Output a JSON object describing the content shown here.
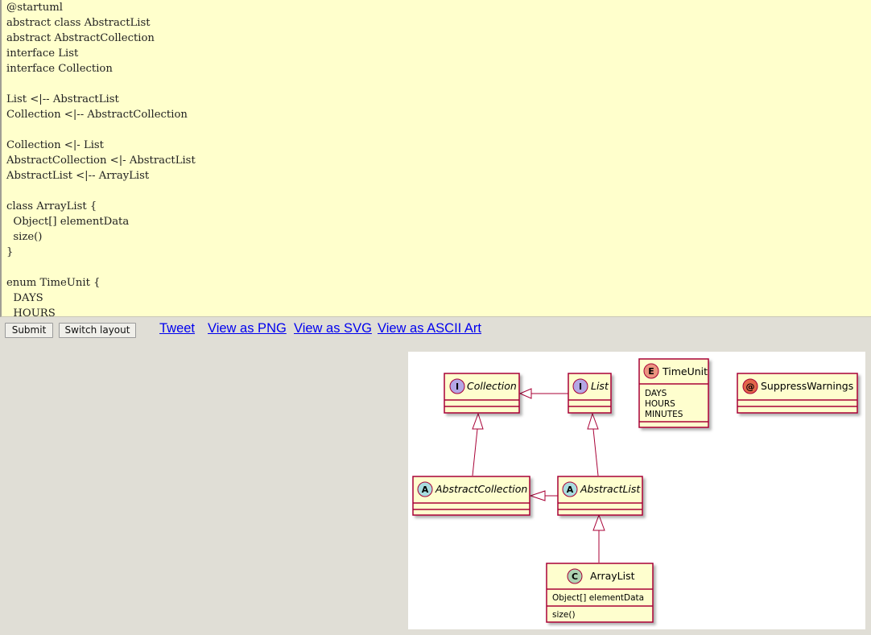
{
  "editor": {
    "code": "@startuml\nabstract class AbstractList\nabstract AbstractCollection\ninterface List\ninterface Collection\n\nList <|-- AbstractList\nCollection <|-- AbstractCollection\n\nCollection <|- List\nAbstractCollection <|- AbstractList\nAbstractList <|-- ArrayList\n\nclass ArrayList {\n  Object[] elementData\n  size()\n}\n\nenum TimeUnit {\n  DAYS\n  HOURS\n  MINUTES\n}\n\nannotation SuppressWarnings\n@enduml"
  },
  "toolbar": {
    "submit_label": "Submit",
    "switch_layout_label": "Switch layout",
    "links": {
      "tweet": "Tweet",
      "png": "View as PNG",
      "svg": "View as SVG",
      "ascii": "View as ASCII Art"
    }
  },
  "colors": {
    "class_fill": "#fefece",
    "class_border": "#a80036",
    "interface_badge": "#b4a7e5",
    "abstract_badge": "#a9dcdf",
    "class_badge": "#add1b2",
    "enum_badge": "#eb937f",
    "annotation_badge": "#e3664a"
  },
  "diagram": {
    "classes": {
      "collection": {
        "name": "Collection",
        "badge": "I",
        "kind": "interface"
      },
      "list": {
        "name": "List",
        "badge": "I",
        "kind": "interface"
      },
      "time_unit": {
        "name": "TimeUnit",
        "badge": "E",
        "kind": "enum",
        "members": [
          "DAYS",
          "HOURS",
          "MINUTES"
        ]
      },
      "suppress_warnings": {
        "name": "SuppressWarnings",
        "badge": "@",
        "kind": "annotation"
      },
      "abstract_collection": {
        "name": "AbstractCollection",
        "badge": "A",
        "kind": "abstract"
      },
      "abstract_list": {
        "name": "AbstractList",
        "badge": "A",
        "kind": "abstract"
      },
      "array_list": {
        "name": "ArrayList",
        "badge": "C",
        "kind": "class",
        "fields": [
          "Object[] elementData"
        ],
        "methods": [
          "size()"
        ]
      }
    }
  }
}
